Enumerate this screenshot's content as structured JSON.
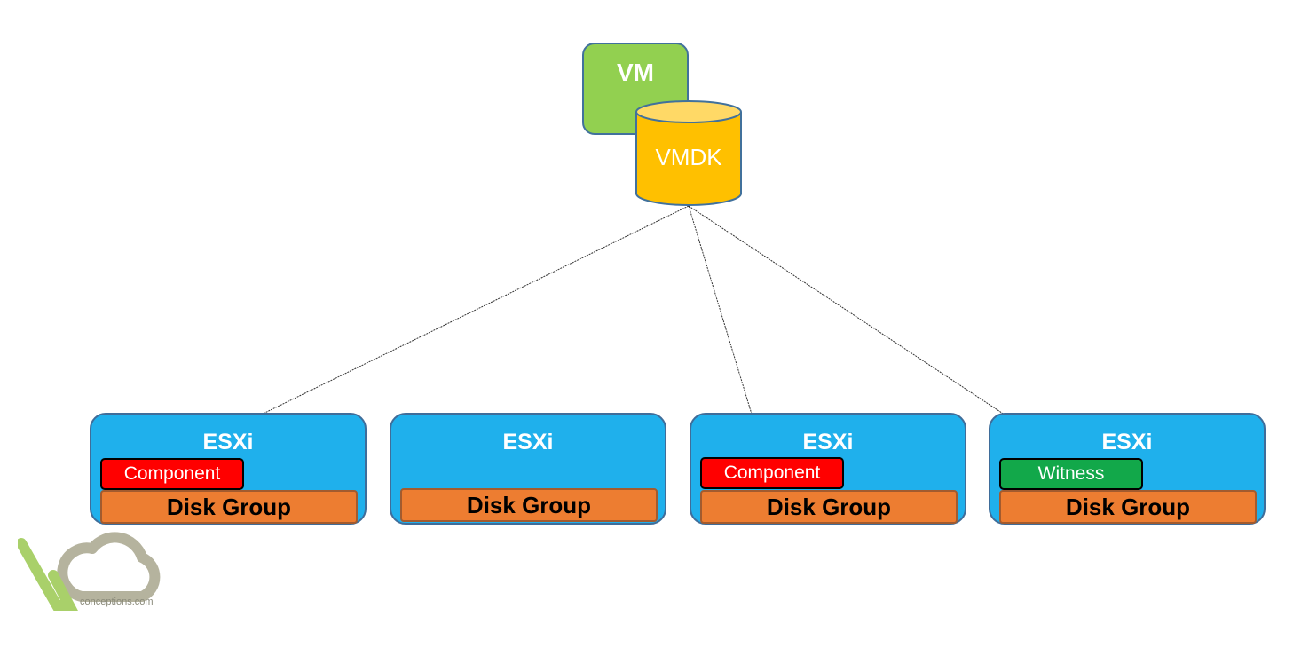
{
  "vm": {
    "label": "VM"
  },
  "vmdk": {
    "label": "VMDK"
  },
  "hosts": [
    {
      "title": "ESXi",
      "disk": "Disk Group",
      "object": "Component",
      "object_color": "#ff0000"
    },
    {
      "title": "ESXi",
      "disk": "Disk Group",
      "object": "",
      "object_color": ""
    },
    {
      "title": "ESXi",
      "disk": "Disk Group",
      "object": "Component",
      "object_color": "#ff0000"
    },
    {
      "title": "ESXi",
      "disk": "Disk Group",
      "object": "Witness",
      "object_color": "#12a84a"
    }
  ],
  "colors": {
    "vm": "#92d050",
    "vmdk": "#ffc000",
    "host": "#1fb0ec",
    "disk_group": "#ed7d31"
  },
  "logo": {
    "text": "conceptions.com"
  }
}
